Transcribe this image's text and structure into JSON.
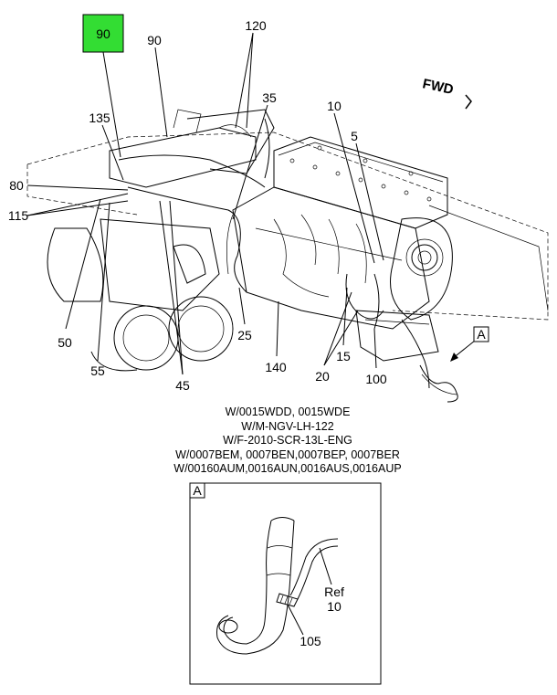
{
  "highlight_color": "#33dd33",
  "highlighted_callout": "90",
  "callouts": {
    "c90_box": "90",
    "c90": "90",
    "c120": "120",
    "c35": "35",
    "c135": "135",
    "c10": "10",
    "c5": "5",
    "c80": "80",
    "c115": "115",
    "c50": "50",
    "c55": "55",
    "c45": "45",
    "c25": "25",
    "c140": "140",
    "c15": "15",
    "c20": "20",
    "c100": "100",
    "cA": "A"
  },
  "direction_label": "FWD",
  "notes": [
    "W/0015WDD, 0015WDE",
    "W/M-NGV-LH-122",
    "W/F-2010-SCR-13L-ENG",
    "W/0007BEM, 0007BEN,0007BEP, 0007BER",
    "W/00160AUM,0016AUN,0016AUS,0016AUP"
  ],
  "detail": {
    "label": "A",
    "ref_text": "Ref",
    "ref_number": "10",
    "part_105": "105"
  }
}
